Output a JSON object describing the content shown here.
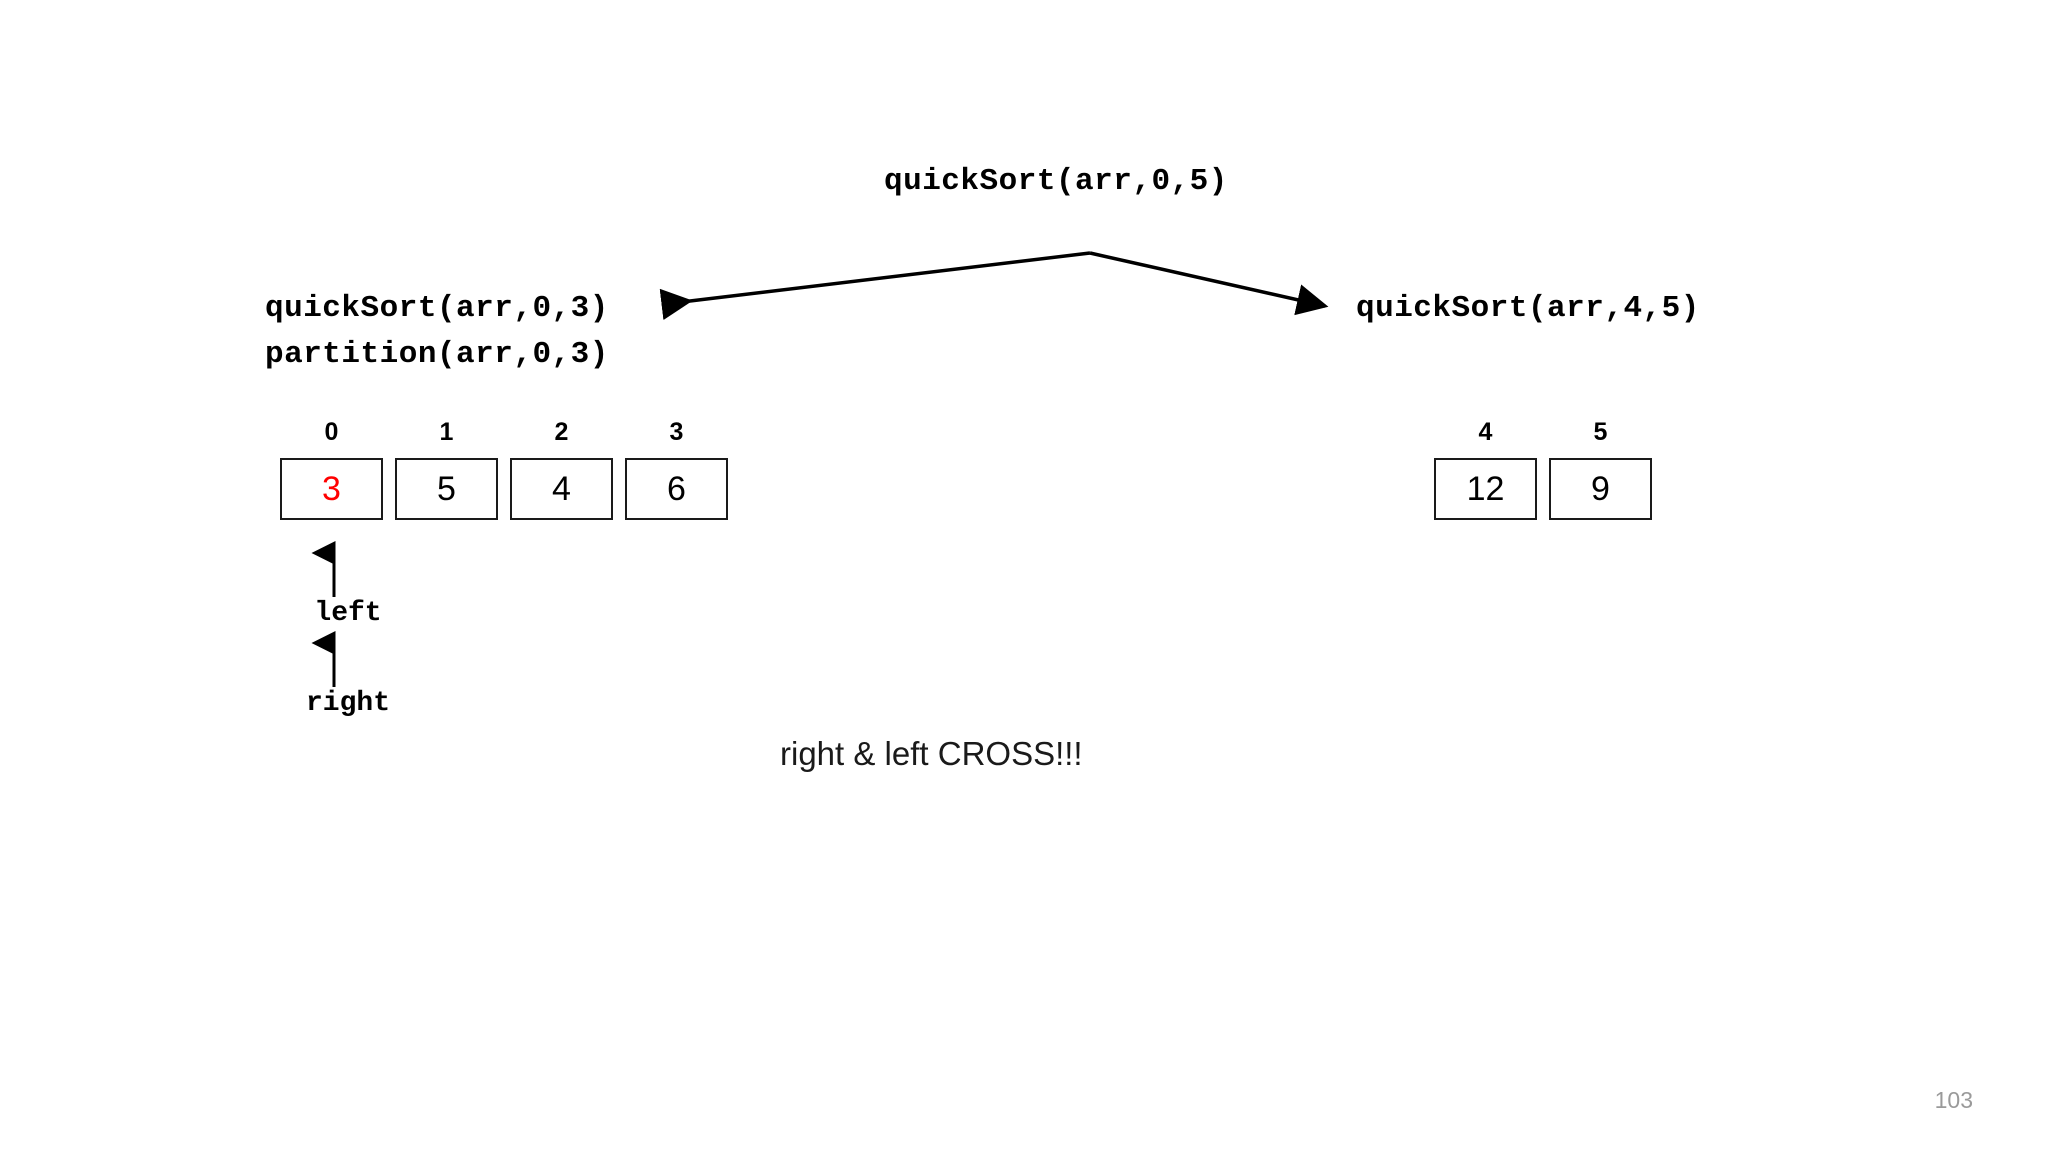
{
  "slide": {
    "background_color": "#ffffff",
    "page_number": "103",
    "caption": "right & left CROSS!!!"
  },
  "colors": {
    "text": "#000000",
    "highlight": "#ff0000",
    "box_border": "#1a1a1a",
    "page_number": "#9a9a9a"
  },
  "tree": {
    "root": {
      "label": "quickSort(arr,0,5)"
    },
    "left_child": {
      "call_label": "quickSort(arr,0,3)",
      "partition_label": "partition(arr,0,3)"
    },
    "right_child": {
      "call_label": "quickSort(arr,4,5)"
    }
  },
  "arrays": {
    "left": {
      "cells": [
        {
          "index": "0",
          "value": "3",
          "highlight": true
        },
        {
          "index": "1",
          "value": "5",
          "highlight": false
        },
        {
          "index": "2",
          "value": "4",
          "highlight": false
        },
        {
          "index": "3",
          "value": "6",
          "highlight": false
        }
      ]
    },
    "right": {
      "cells": [
        {
          "index": "4",
          "value": "12",
          "highlight": false
        },
        {
          "index": "5",
          "value": "9",
          "highlight": false
        }
      ]
    }
  },
  "pointers": [
    {
      "name": "left",
      "label": "left",
      "target_index": "0"
    },
    {
      "name": "right",
      "label": "right",
      "target_index": "0"
    }
  ]
}
